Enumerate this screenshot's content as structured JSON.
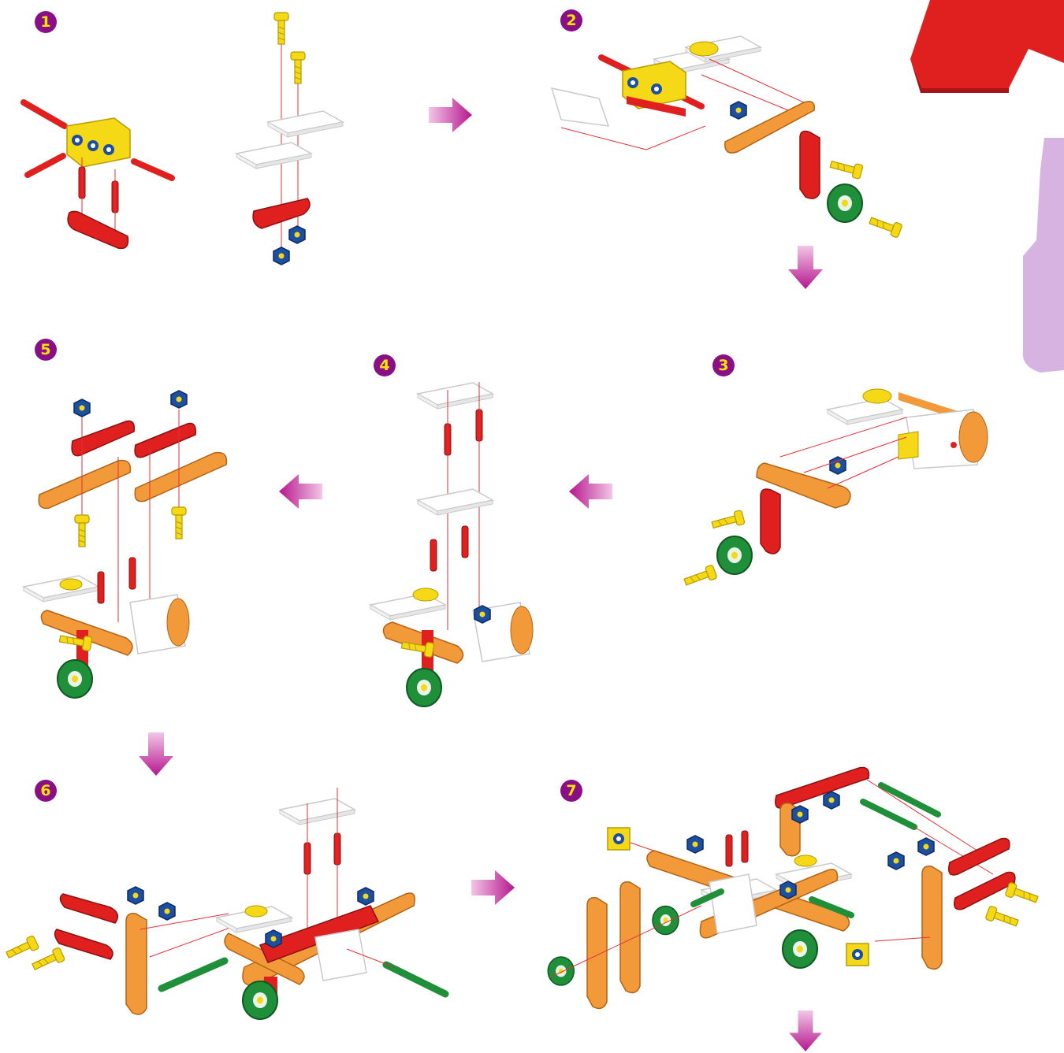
{
  "colors": {
    "step_badge": "#8a0f86",
    "step_badge_text": "#ffe400",
    "arrow": "#b5168e",
    "red_part": "#e0201e",
    "orange_part": "#f29a3a",
    "yellow_part": "#f5d816",
    "blue_part": "#1d4fa0",
    "green_part": "#1f8f3a",
    "white_part": "#ffffff",
    "guide_line": "#e53036",
    "purple_deco": "#d7b3e2"
  },
  "steps": [
    {
      "number": "1"
    },
    {
      "number": "2"
    },
    {
      "number": "3"
    },
    {
      "number": "4"
    },
    {
      "number": "5"
    },
    {
      "number": "6"
    },
    {
      "number": "7"
    }
  ],
  "arrows": [
    {
      "icon": "arrow-right-icon"
    },
    {
      "icon": "arrow-down-icon"
    },
    {
      "icon": "arrow-left-icon"
    },
    {
      "icon": "arrow-left-icon"
    },
    {
      "icon": "arrow-down-icon"
    },
    {
      "icon": "arrow-right-icon"
    },
    {
      "icon": "arrow-down-icon"
    }
  ]
}
